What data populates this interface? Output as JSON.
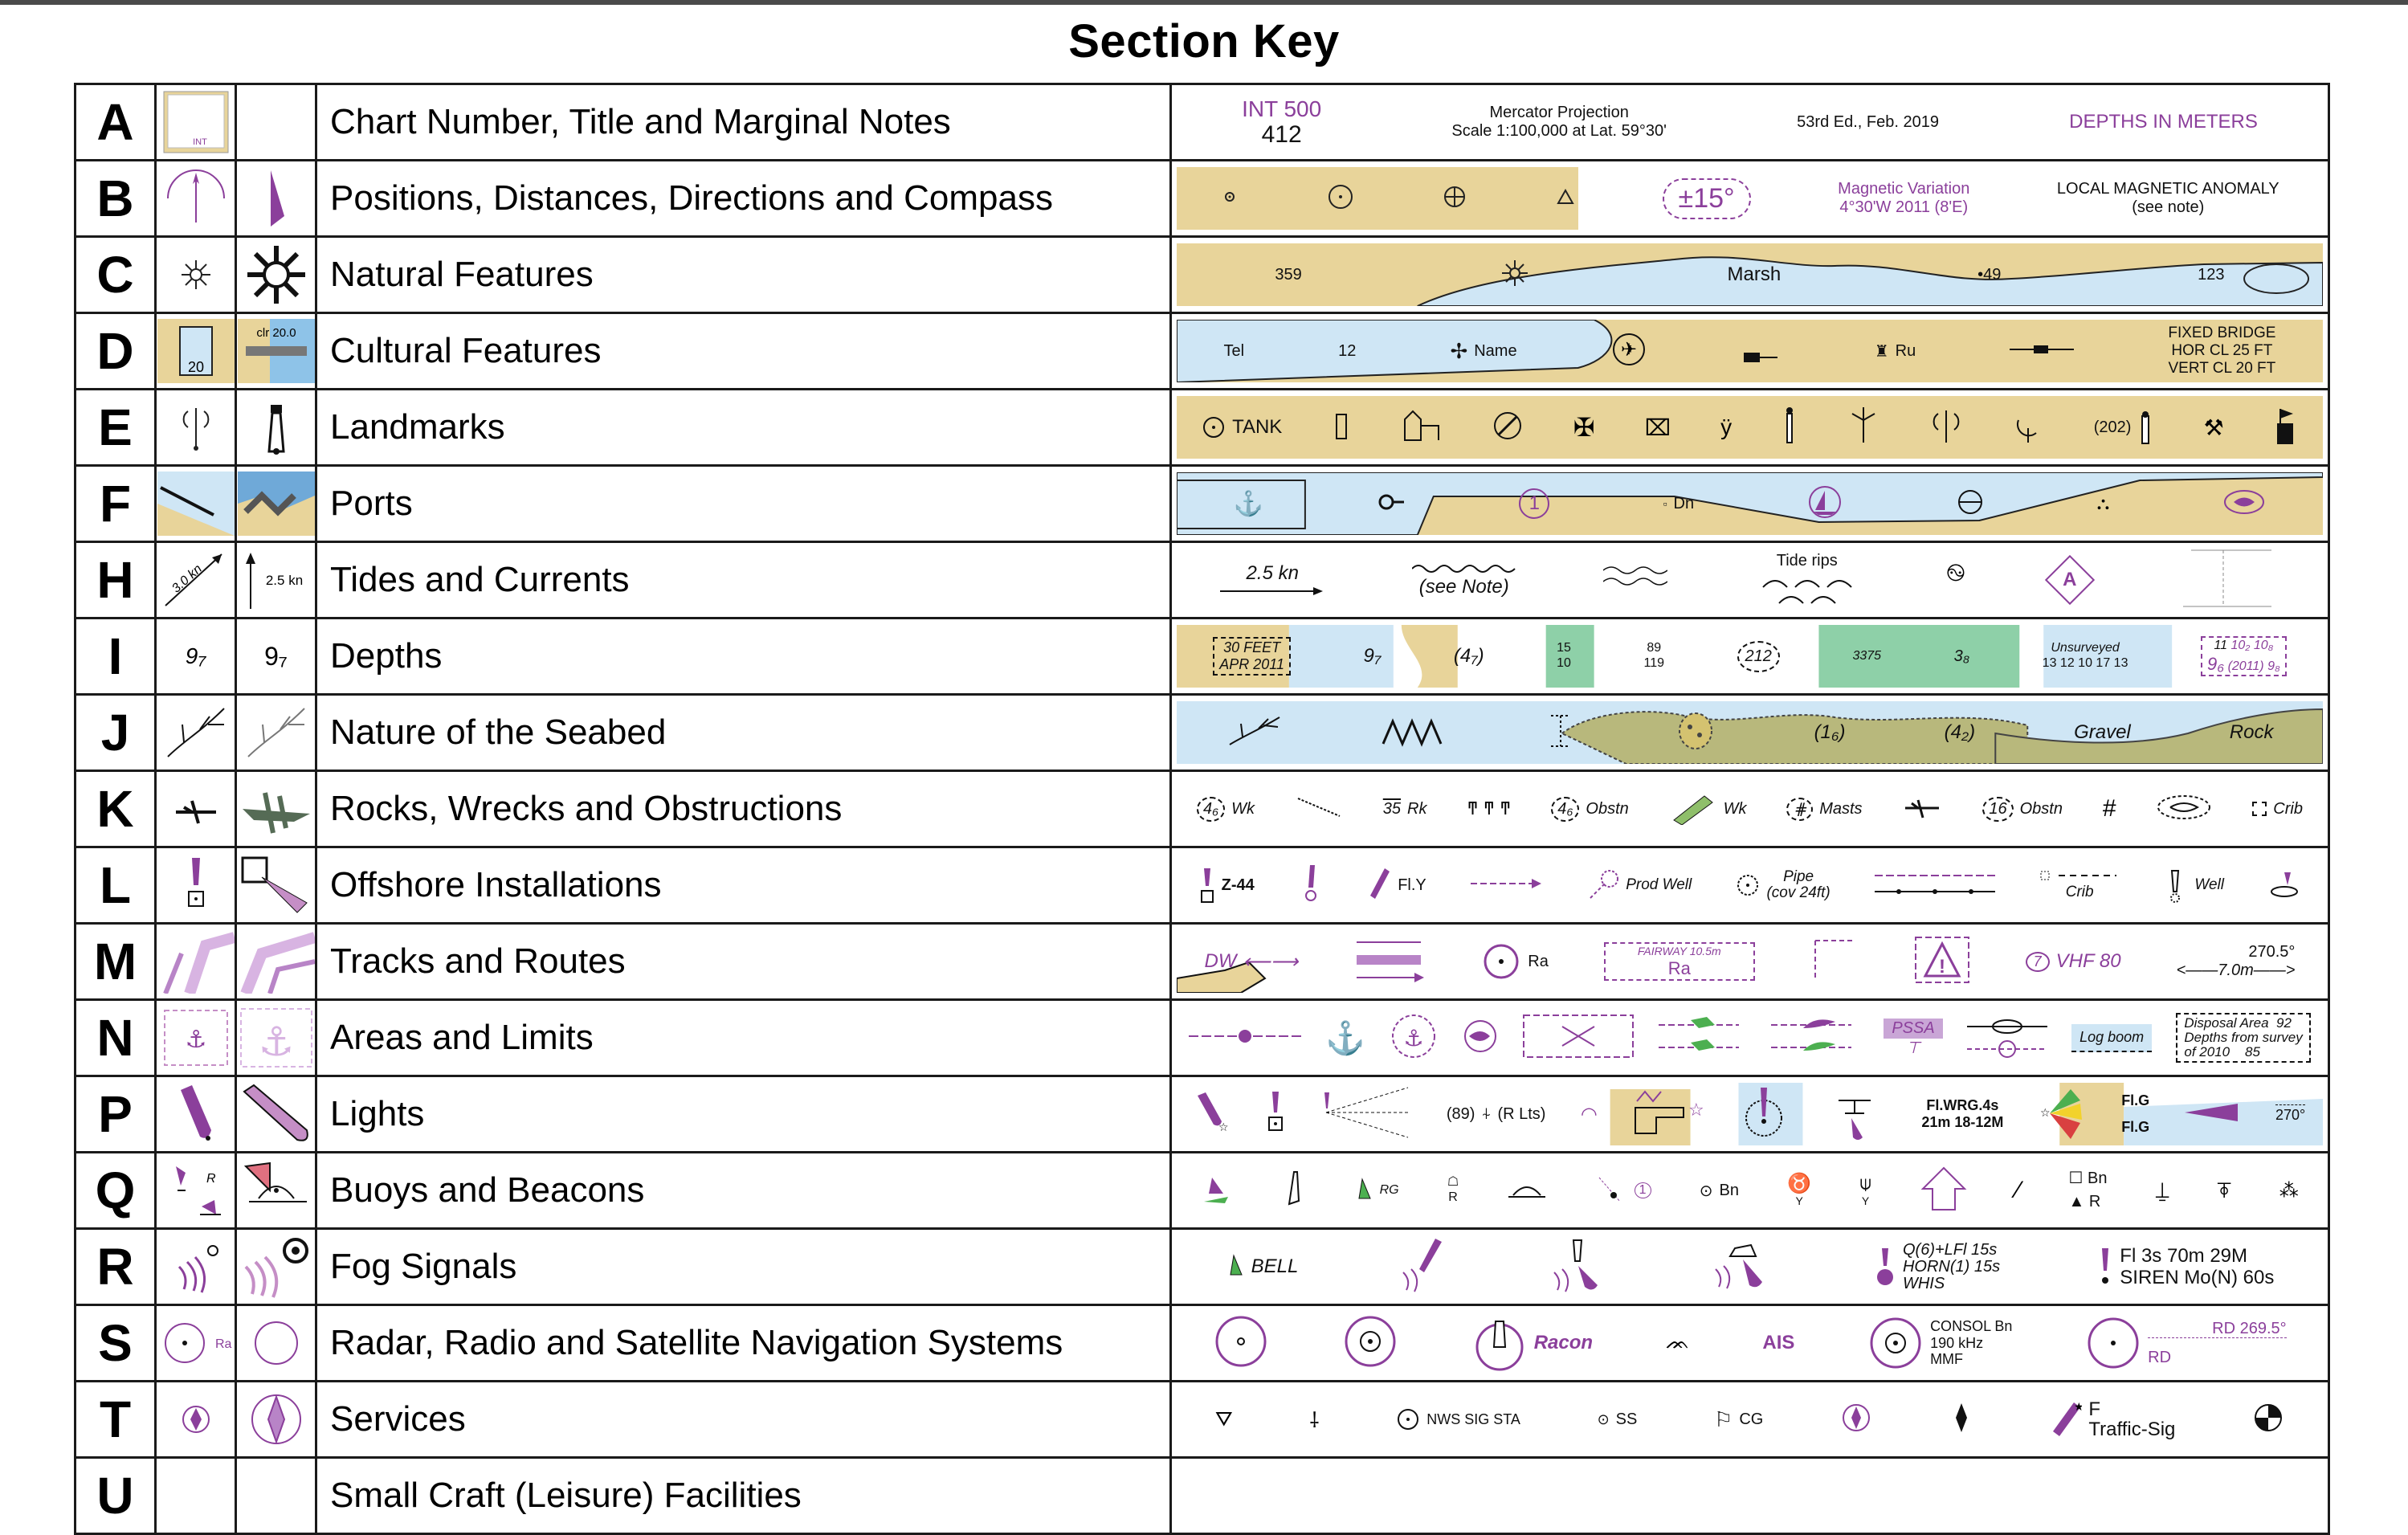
{
  "page": {
    "title": "Section Key"
  },
  "colors": {
    "land": "#e8d49a",
    "water": "#cfe6f5",
    "magenta": "#8b3f9b",
    "green": "#4caf50",
    "grey": "#555555"
  },
  "rows": [
    {
      "letter": "A",
      "title": "Chart Number, Title and Marginal Notes",
      "strip": {
        "int": "INT 500",
        "num": "412",
        "projection": "Mercator Projection",
        "scale": "Scale 1:100,000 at Lat. 59°30'",
        "edition": "53rd Ed., Feb. 2019",
        "depths": "DEPTHS IN METERS"
      }
    },
    {
      "letter": "B",
      "title": "Positions, Distances, Directions and Compass",
      "strip": {
        "variation_box": "±15°",
        "mag_var_1": "Magnetic Variation",
        "mag_var_2": "4°30'W 2011 (8'E)",
        "anomaly_1": "LOCAL MAGNETIC ANOMALY",
        "anomaly_2": "(see note)"
      }
    },
    {
      "letter": "C",
      "title": "Natural Features",
      "strip": {
        "height": "359",
        "marsh": "Marsh",
        "spot_49": "•49",
        "spot_123": "123"
      }
    },
    {
      "letter": "D",
      "title": "Cultural Features",
      "sym1": "20",
      "sym2": "clr 20.0",
      "strip": {
        "tel": "Tel",
        "depth12": "12",
        "name": "Name",
        "ru": "Ru",
        "bridge_1": "FIXED BRIDGE",
        "bridge_2": "HOR CL 25 FT",
        "bridge_3": "VERT CL 20 FT"
      }
    },
    {
      "letter": "E",
      "title": "Landmarks",
      "strip": {
        "tank": "TANK",
        "num202": "(202)"
      }
    },
    {
      "letter": "F",
      "title": "Ports",
      "strip": {
        "one": "1",
        "dn": "Dn"
      }
    },
    {
      "letter": "H",
      "title": "Tides and Currents",
      "sym1": "3.0 kn",
      "sym2": "2.5 kn",
      "strip": {
        "current": "2.5 kn",
        "note": "(see Note)",
        "tide_rips": "Tide rips",
        "a": "A"
      }
    },
    {
      "letter": "I",
      "title": "Depths",
      "sym1": "9₇",
      "sym2": "9₇",
      "strip": {
        "feet": "30 FEET",
        "apr": "APR 2011",
        "d97": "9₇",
        "d47": "(4₇)",
        "d15": "15",
        "d89": "89",
        "d10": "10",
        "d119": "119",
        "d212": "212",
        "d3375": "3375",
        "d38": "3₈",
        "unsurveyed": "Unsurveyed",
        "u13a": "13",
        "u12": "12",
        "u10": "10",
        "u17": "17",
        "u13b": "13",
        "u11": "11",
        "u10_2": "10₂",
        "u96": "9₆",
        "u2011": "(2011)",
        "u10_8": "10₈",
        "u9_8": "9₈"
      }
    },
    {
      "letter": "J",
      "title": "Nature of the Seabed",
      "strip": {
        "d16": "(1₆)",
        "d42": "(4₂)",
        "gravel": "Gravel",
        "rock": "Rock"
      }
    },
    {
      "letter": "K",
      "title": "Rocks, Wrecks and Obstructions",
      "strip": {
        "wk1": "Wk",
        "rk": "Rk",
        "rk_depth": "35",
        "obstn": "Obstn",
        "wk2": "Wk",
        "masts": "Masts",
        "obstn2": "Obstn",
        "crib": "Crib"
      }
    },
    {
      "letter": "L",
      "title": "Offshore Installations",
      "strip": {
        "z44": "Z-44",
        "fly": "Fl.Y",
        "prod_well": "Prod Well",
        "pipe_1": "Pipe",
        "pipe_2": "(cov 24ft)",
        "crib": "Crib",
        "well": "Well"
      }
    },
    {
      "letter": "M",
      "title": "Tracks and Routes",
      "strip": {
        "dw": "DW",
        "ra": "Ra",
        "fairway": "FAIRWAY 10.5m",
        "ra2": "Ra",
        "vhf": "VHF 80",
        "seven": "7",
        "bearing": "270.5°",
        "dist": "7.0m"
      }
    },
    {
      "letter": "N",
      "title": "Areas and Limits",
      "strip": {
        "pssa": "PSSA",
        "log_boom": "Log boom",
        "disposal_1": "Disposal Area",
        "disposal_2": "Depths from survey",
        "disposal_3": "of 2010",
        "d92": "92",
        "d85": "85"
      }
    },
    {
      "letter": "P",
      "title": "Lights",
      "strip": {
        "lts_89": "(89)",
        "lts": "(R Lts)",
        "fl_wrg": "Fl.WRG.4s",
        "fl_wrg_2": "21m 18-12M",
        "flg1": "Fl.G",
        "flg2": "Fl.G",
        "deg270": "270°"
      }
    },
    {
      "letter": "Q",
      "title": "Buoys and Beacons",
      "sym1": "R",
      "strip": {
        "rg": "RG",
        "r": "R",
        "one": "1",
        "bn": "Bn",
        "y1": "Y",
        "y2": "Y",
        "bn2": "Bn",
        "r2": "R"
      }
    },
    {
      "letter": "R",
      "title": "Fog Signals",
      "strip": {
        "bell": "BELL",
        "q6": "Q(6)+LFl 15s",
        "horn": "HORN(1) 15s",
        "whis": "WHIS",
        "fl3": "Fl 3s 70m 29M",
        "siren": "SIREN Mo(N) 60s"
      }
    },
    {
      "letter": "S",
      "title": "Radar, Radio and Satellite Navigation Systems",
      "sym1": "Ra",
      "strip": {
        "racon": "Racon",
        "ais": "AIS",
        "consol": "CONSOL Bn",
        "khz": "190 kHz",
        "mmf": "MMF",
        "rd_bearing": "RD 269.5°",
        "rd": "RD"
      }
    },
    {
      "letter": "T",
      "title": "Services",
      "strip": {
        "nws": "NWS SIG STA",
        "ss": "SS",
        "cg": "CG",
        "f": "F",
        "traffic": "Traffic-Sig"
      }
    },
    {
      "letter": "U",
      "title": "Small Craft (Leisure) Facilities",
      "strip": {}
    }
  ]
}
